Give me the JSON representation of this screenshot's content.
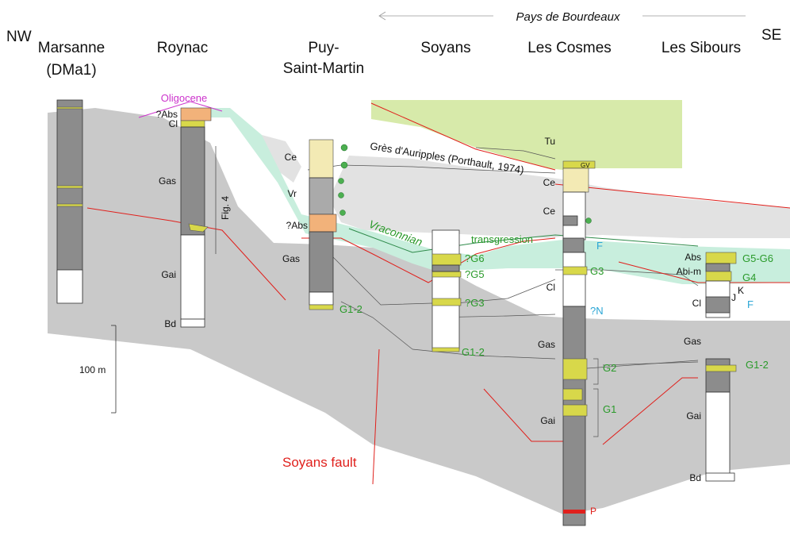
{
  "direction": {
    "nw": "NW",
    "se": "SE",
    "region": "Pays de Bourdeaux"
  },
  "sections": {
    "marsanne": [
      "Marsanne",
      "(DMa1)"
    ],
    "roynac": "Roynac",
    "puy": [
      "Puy-",
      "Saint-Martin"
    ],
    "soyans": "Soyans",
    "cosmes": "Les Cosmes",
    "sibours": "Les Sibours"
  },
  "units": {
    "oligocene": "Oligocene",
    "roynac_abs": "?Abs",
    "roynac_cl": "Cl",
    "roynac_gas": "Gas",
    "roynac_gai": "Gai",
    "roynac_bd": "Bd",
    "fig4": "Fig. 4",
    "puy_ce": "Ce",
    "puy_vr": "Vr",
    "puy_abs": "?Abs",
    "puy_gas": "Gas",
    "cosmes_tu": "Tu",
    "cosmes_ce1": "Ce",
    "cosmes_ce2": "Ce",
    "cosmes_cl": "Cl",
    "cosmes_gas": "Gas",
    "cosmes_gai": "Gai",
    "cosmes_gv": "GV",
    "sib_abs": "Abs",
    "sib_abim": "Abi-m",
    "sib_k": "K",
    "sib_j": "J",
    "sib_cl": "Cl",
    "sib_gas": "Gas",
    "sib_gai": "Gai",
    "sib_bd": "Bd"
  },
  "groups": {
    "puy_g12": "G1-2",
    "soy_g6": "?G6",
    "soy_g5": "?G5",
    "soy_g3": "?G3",
    "soy_g12": "G1-2",
    "cos_g3": "G3",
    "cos_g2": "G2",
    "cos_g1": "G1",
    "sib_g56": "G5-G6",
    "sib_g4": "G4",
    "sib_g12": "G1-2"
  },
  "markers": {
    "cos_f": "F",
    "cos_n": "?N",
    "sib_f": "F",
    "cos_p": "P"
  },
  "annotations": {
    "gres": "Grès d'Auripples (Porthault, 1974)",
    "vraconnian": "Vraconnian",
    "transgression": "transgression",
    "fault": "Soyans fault"
  },
  "scale": {
    "label": "100 m"
  },
  "colors": {
    "lower_fill": "#c9c9c9",
    "upper_fill": "#e2e2e2",
    "mint": "#c8eedd",
    "green_upper": "#d7eaaa",
    "red_line": "#e0201c",
    "green_text": "#2a9a2a",
    "blue_text": "#2aa6d6"
  }
}
